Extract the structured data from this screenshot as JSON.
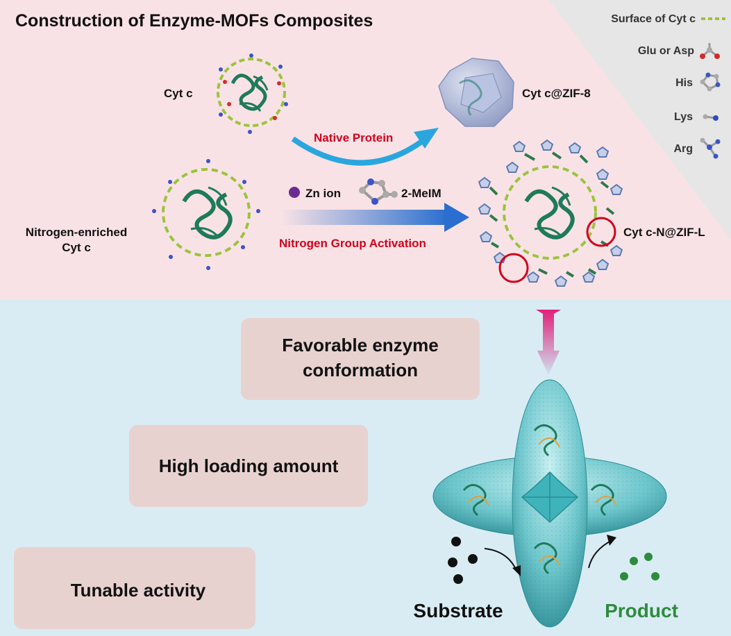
{
  "top_panel": {
    "title": "Construction of Enzyme-MOFs Composites",
    "cyt_c_label": "Cyt c",
    "cyt_c_zif8_label": "Cyt c@ZIF-8",
    "native_protein_label": "Native Protein",
    "nitrogen_enriched_label_line1": "Nitrogen-enriched",
    "nitrogen_enriched_label_line2": "Cyt c",
    "zn_ion_label": "Zn ion",
    "melm_label": "2-MeIM",
    "activation_label": "Nitrogen Group Activation",
    "cyt_c_n_zif_l_label": "Cyt c-N@ZIF-L"
  },
  "legend": {
    "items": [
      {
        "label": "Surface of Cyt c",
        "icon": "dashed-line-icon"
      },
      {
        "label": "Glu or Asp",
        "icon": "glu-asp-icon"
      },
      {
        "label": "His",
        "icon": "histidine-icon"
      },
      {
        "label": "Lys",
        "icon": "lysine-icon"
      },
      {
        "label": "Arg",
        "icon": "arginine-icon"
      }
    ]
  },
  "bottom_panel": {
    "feature_1_line1": "Favorable enzyme",
    "feature_1_line2": "conformation",
    "feature_2": "High loading amount",
    "feature_3": "Tunable activity",
    "substrate_label": "Substrate",
    "product_label": "Product"
  },
  "colors": {
    "top_bg": "#f9e2e6",
    "legend_bg": "#e8e8e8",
    "bottom_bg": "#d9ecf4",
    "box_fill": "#e8d2d0",
    "accent_red": "#d0021b",
    "protein_green": "#1e7a5a",
    "dash_green": "#9ac43c",
    "mof_teal": "#4fb8bf",
    "product_green": "#2e8b3e",
    "arrow_blue": "#2a8fd8"
  }
}
